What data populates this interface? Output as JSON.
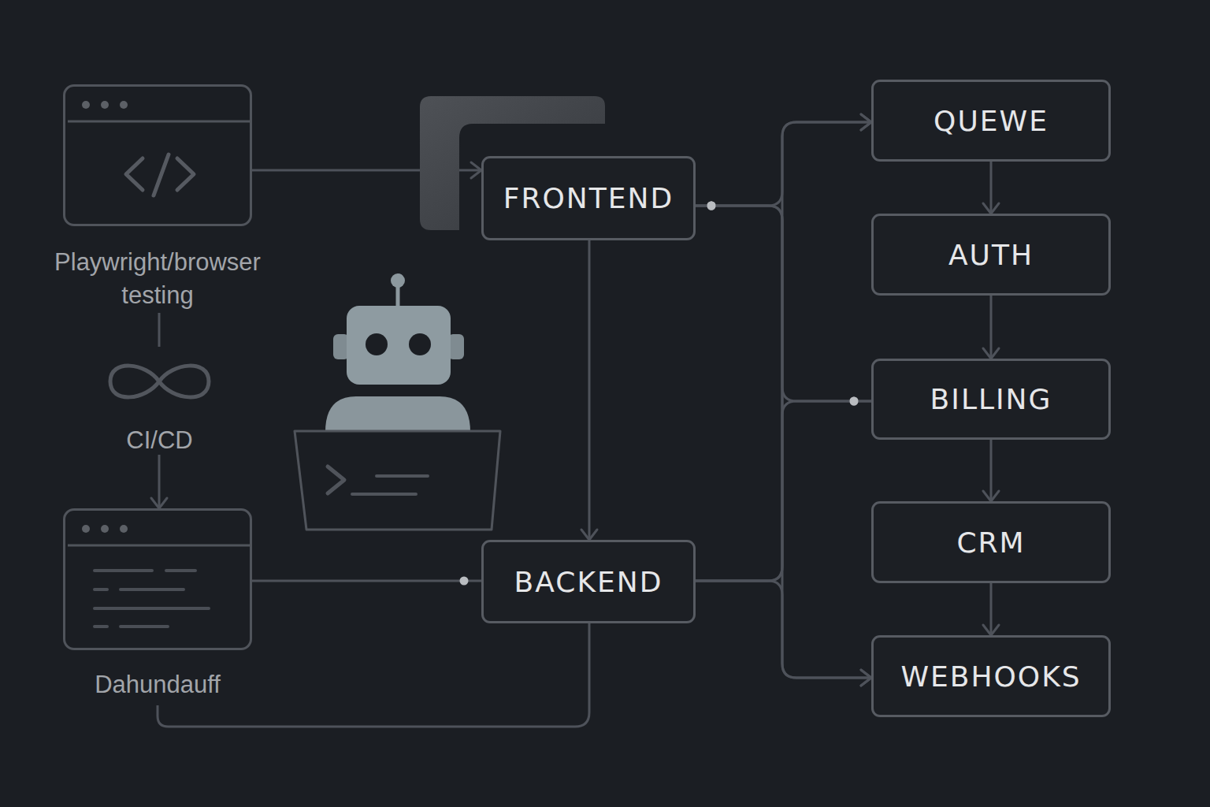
{
  "diagram": {
    "nodes": [
      {
        "text": [
          "Playwright/browser testing"
        ]
      },
      {
        "text": [
          "CI/CD"
        ]
      },
      {
        "text": [
          "Dahundauff"
        ]
      },
      {
        "text": [
          "FRONTEND"
        ]
      },
      {
        "text": [
          "BACKEND"
        ]
      },
      {
        "text": [
          "QUEWE"
        ]
      },
      {
        "text": [
          "AUTH"
        ]
      },
      {
        "text": [
          "BILLING"
        ]
      },
      {
        "text": [
          "CRM"
        ]
      },
      {
        "text": [
          "WEBHOOKS"
        ]
      }
    ],
    "edges": [
      {
        "from": 0,
        "to": 1,
        "arrow": "none"
      },
      {
        "from": 1,
        "to": 2,
        "arrow": "to"
      },
      {
        "from": 0,
        "to": 3,
        "arrow": "to"
      },
      {
        "from": 3,
        "to": 4,
        "arrow": "to"
      },
      {
        "from": 2,
        "to": 4,
        "arrow": "none"
      },
      {
        "from": 4,
        "to": 2,
        "arrow": "none"
      },
      {
        "from": 3,
        "to": 5,
        "arrow": "to"
      },
      {
        "from": 3,
        "to": 7,
        "arrow": "none"
      },
      {
        "from": 3,
        "to": 9,
        "arrow": "to"
      },
      {
        "from": 4,
        "to": 5,
        "arrow": "to"
      },
      {
        "from": 4,
        "to": 7,
        "arrow": "none"
      },
      {
        "from": 4,
        "to": 9,
        "arrow": "to"
      },
      {
        "from": 5,
        "to": 6,
        "arrow": "to"
      },
      {
        "from": 6,
        "to": 7,
        "arrow": "to"
      },
      {
        "from": 7,
        "to": 8,
        "arrow": "to"
      },
      {
        "from": 8,
        "to": 9,
        "arrow": "to"
      }
    ]
  }
}
